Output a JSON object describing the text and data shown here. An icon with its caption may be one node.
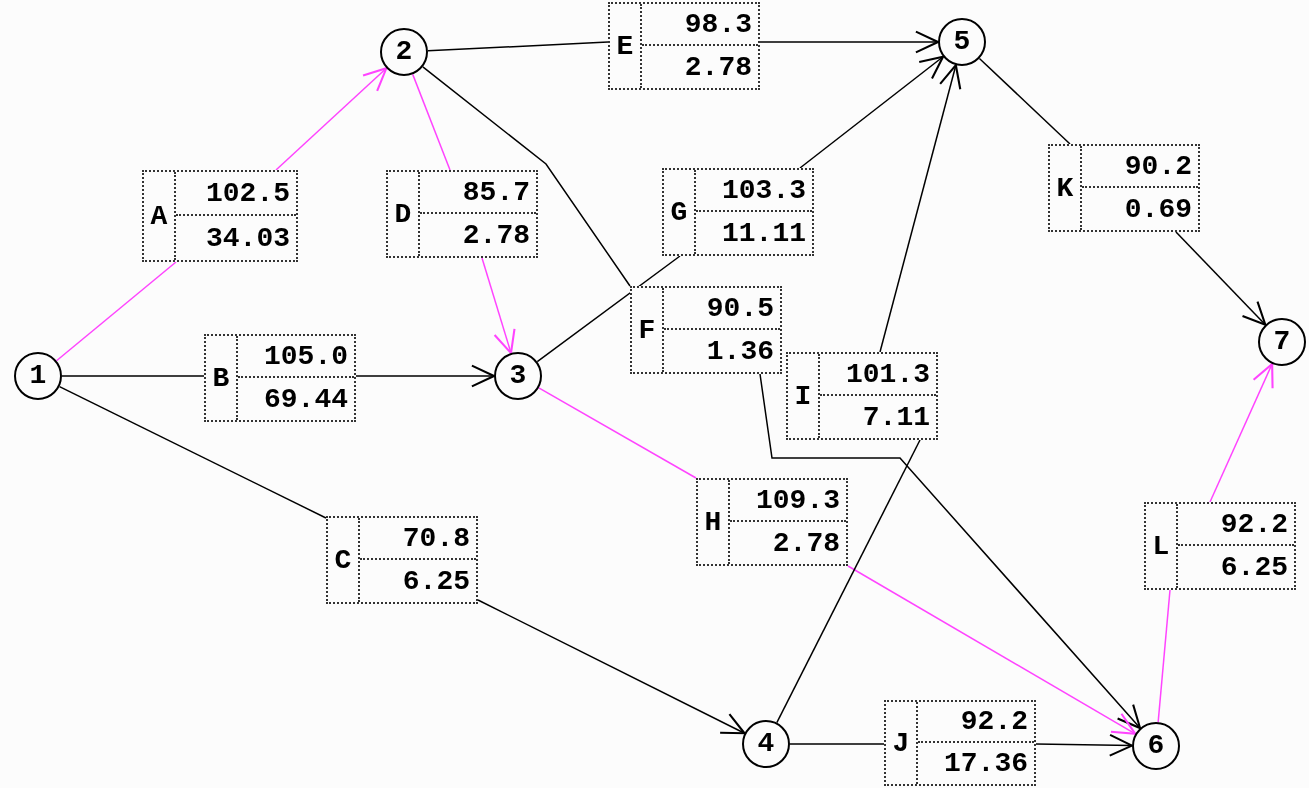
{
  "diagram": {
    "nodes": [
      {
        "text": [
          "1"
        ]
      },
      {
        "text": [
          "2"
        ]
      },
      {
        "text": [
          "3"
        ]
      },
      {
        "text": [
          "4"
        ]
      },
      {
        "text": [
          "5"
        ]
      },
      {
        "text": [
          "6"
        ]
      },
      {
        "text": [
          "7"
        ]
      },
      {
        "text": [
          "A",
          "102.5",
          "34.03"
        ]
      },
      {
        "text": [
          "B",
          "105.0",
          "69.44"
        ]
      },
      {
        "text": [
          "C",
          "70.8",
          "6.25"
        ]
      },
      {
        "text": [
          "D",
          "85.7",
          "2.78"
        ]
      },
      {
        "text": [
          "E",
          "98.3",
          "2.78"
        ]
      },
      {
        "text": [
          "F",
          "90.5",
          "1.36"
        ]
      },
      {
        "text": [
          "G",
          "103.3",
          "11.11"
        ]
      },
      {
        "text": [
          "H",
          "109.3",
          "2.78"
        ]
      },
      {
        "text": [
          "I",
          "101.3",
          "7.11"
        ]
      },
      {
        "text": [
          "J",
          "92.2",
          "17.36"
        ]
      },
      {
        "text": [
          "K",
          "90.2",
          "0.69"
        ]
      },
      {
        "text": [
          "L",
          "92.2",
          "6.25"
        ]
      }
    ],
    "edges": [
      {
        "from": 0,
        "to": 7,
        "arrow": "none",
        "color": "#ff44ff"
      },
      {
        "from": 7,
        "to": 1,
        "arrow": "to",
        "color": "#ff44ff"
      },
      {
        "from": 0,
        "to": 8,
        "arrow": "none"
      },
      {
        "from": 8,
        "to": 2,
        "arrow": "to"
      },
      {
        "from": 0,
        "to": 9,
        "arrow": "none"
      },
      {
        "from": 9,
        "to": 3,
        "arrow": "to"
      },
      {
        "from": 1,
        "to": 10,
        "arrow": "none",
        "color": "#ff44ff"
      },
      {
        "from": 10,
        "to": 2,
        "arrow": "to",
        "color": "#ff44ff"
      },
      {
        "from": 1,
        "to": 11,
        "arrow": "none"
      },
      {
        "from": 11,
        "to": 4,
        "arrow": "to"
      },
      {
        "from": 1,
        "to": 12,
        "arrow": "none"
      },
      {
        "from": 12,
        "to": 5,
        "arrow": "to"
      },
      {
        "from": 2,
        "to": 13,
        "arrow": "none"
      },
      {
        "from": 13,
        "to": 4,
        "arrow": "to"
      },
      {
        "from": 2,
        "to": 14,
        "arrow": "none",
        "color": "#ff44ff"
      },
      {
        "from": 14,
        "to": 5,
        "arrow": "to",
        "color": "#ff44ff"
      },
      {
        "from": 3,
        "to": 15,
        "arrow": "none"
      },
      {
        "from": 15,
        "to": 4,
        "arrow": "to"
      },
      {
        "from": 3,
        "to": 16,
        "arrow": "none"
      },
      {
        "from": 16,
        "to": 5,
        "arrow": "to"
      },
      {
        "from": 4,
        "to": 17,
        "arrow": "none"
      },
      {
        "from": 17,
        "to": 6,
        "arrow": "to"
      },
      {
        "from": 5,
        "to": 18,
        "arrow": "none",
        "color": "#ff44ff"
      },
      {
        "from": 18,
        "to": 6,
        "arrow": "to",
        "color": "#ff44ff"
      }
    ]
  }
}
